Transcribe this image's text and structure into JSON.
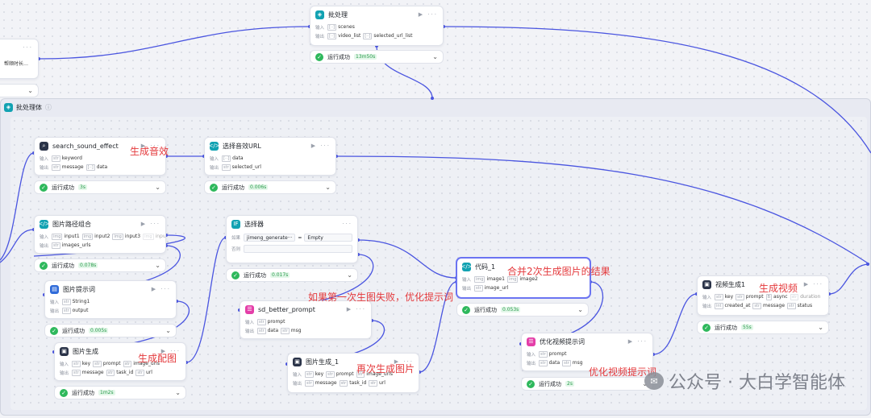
{
  "labels": {
    "in": "输入",
    "out": "输出",
    "else": "否则",
    "if_label": "如果"
  },
  "top_batch": {
    "title": "批处理",
    "inputs": [
      {
        "type": "[··]",
        "name": "scenes"
      }
    ],
    "outputs": [
      {
        "type": "[··]",
        "name": "video_list"
      },
      {
        "type": "[··]",
        "name": "selected_url_list"
      }
    ],
    "status": "运行成功",
    "time": "13m50s"
  },
  "left_partial": {
    "text": "帮顺时长…"
  },
  "container": {
    "title": "批处理体",
    "info_icon": "info-icon"
  },
  "nodes": {
    "sound": {
      "title": "search_sound_effect",
      "in": [
        {
          "t": "str",
          "n": "keyword"
        }
      ],
      "out": [
        {
          "t": "str",
          "n": "message"
        },
        {
          "t": "[··]",
          "n": "data"
        }
      ],
      "status": "运行成功",
      "time": "3s"
    },
    "pick_url": {
      "title": "选择音效URL",
      "in": [
        {
          "t": "[··]",
          "n": "data"
        }
      ],
      "out": [
        {
          "t": "str",
          "n": "selected_url"
        }
      ],
      "status": "运行成功",
      "time": "0.006s"
    },
    "path_combo": {
      "title": "图片路径组合",
      "in": [
        {
          "t": "img",
          "n": "input1"
        },
        {
          "t": "img",
          "n": "input2"
        },
        {
          "t": "img",
          "n": "input3"
        },
        {
          "t": "img",
          "n": "inpu"
        }
      ],
      "out": [
        {
          "t": "str",
          "n": "images_urls"
        }
      ],
      "status": "运行成功",
      "time": "0.078s"
    },
    "selector": {
      "title": "选择器",
      "cond_var": "jimeng_generate···",
      "cond_op": "=",
      "cond_val": "Empty",
      "status": "运行成功",
      "time": "0.017s"
    },
    "img_prompt": {
      "title": "图片提示词",
      "in": [
        {
          "t": "str",
          "n": "String1"
        }
      ],
      "out": [
        {
          "t": "str",
          "n": "output"
        }
      ],
      "status": "运行成功",
      "time": "0.005s"
    },
    "sd_prompt": {
      "title": "sd_better_prompt",
      "in": [
        {
          "t": "str",
          "n": "prompt"
        }
      ],
      "out": [
        {
          "t": "str",
          "n": "data"
        },
        {
          "t": "str",
          "n": "msg"
        }
      ]
    },
    "img_gen": {
      "title": "图片生成",
      "in": [
        {
          "t": "str",
          "n": "key"
        },
        {
          "t": "str",
          "n": "prompt"
        },
        {
          "t": "str",
          "n": "image_urls"
        }
      ],
      "out": [
        {
          "t": "str",
          "n": "message"
        },
        {
          "t": "str",
          "n": "task_id"
        },
        {
          "t": "str",
          "n": "url"
        }
      ],
      "status": "运行成功",
      "time": "1m2s"
    },
    "img_gen1": {
      "title": "图片生成_1",
      "in": [
        {
          "t": "str",
          "n": "key"
        },
        {
          "t": "str",
          "n": "prompt"
        },
        {
          "t": "str",
          "n": "image_urls"
        }
      ],
      "out": [
        {
          "t": "str",
          "n": "message"
        },
        {
          "t": "str",
          "n": "task_id"
        },
        {
          "t": "str",
          "n": "url"
        }
      ]
    },
    "code1": {
      "title": "代码_1",
      "in": [
        {
          "t": "img",
          "n": "image1"
        },
        {
          "t": "img",
          "n": "image2"
        }
      ],
      "out": [
        {
          "t": "str",
          "n": "image_url"
        }
      ],
      "status": "运行成功",
      "time": "0.053s"
    },
    "opt_video": {
      "title": "优化视频提示词",
      "in": [
        {
          "t": "str",
          "n": "prompt"
        }
      ],
      "out": [
        {
          "t": "str",
          "n": "data"
        },
        {
          "t": "str",
          "n": "msg"
        }
      ],
      "status": "运行成功",
      "time": "2s"
    },
    "video_gen": {
      "title": "视频生成1",
      "in": [
        {
          "t": "str",
          "n": "key"
        },
        {
          "t": "str",
          "n": "prompt"
        },
        {
          "t": "B",
          "n": "async"
        },
        {
          "t": "str",
          "n": "duration"
        }
      ],
      "out": [
        {
          "t": "int",
          "n": "created_at"
        },
        {
          "t": "str",
          "n": "message"
        },
        {
          "t": "str",
          "n": "status"
        }
      ],
      "status": "运行成功",
      "time": "55s"
    }
  },
  "annotations": {
    "sound": "生成音效",
    "image": "生成配图",
    "fallback": "如果第一次生图失败，优化提示词",
    "regen": "再次生成图片",
    "merge": "合并2次生成图片的结果",
    "video": "生成视频",
    "opt": "优化视频提示词"
  },
  "watermark": {
    "text": "公众号 · 大白学智能体"
  },
  "colors": {
    "success": "#2eb85c",
    "selected": "#6b74f2",
    "annotation": "#e4393c",
    "edge": "#4a55e0"
  }
}
